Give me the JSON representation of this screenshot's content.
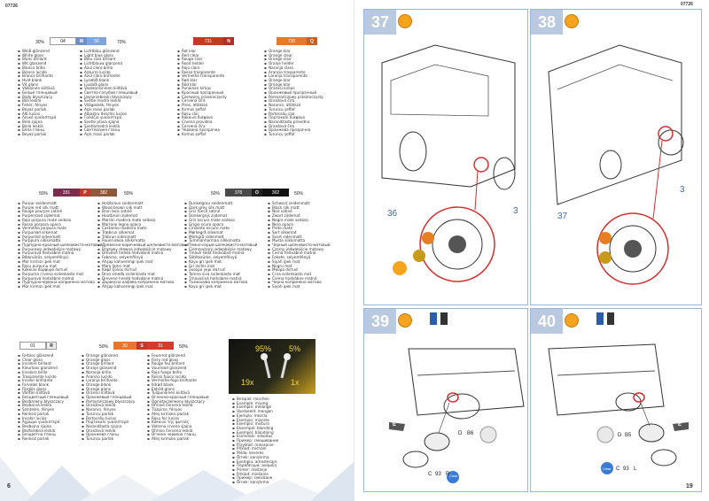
{
  "left_page": {
    "art_number": "07726",
    "page_number": "6",
    "palette1": {
      "pct_left": "30%",
      "pct_right": "70%",
      "code_a": "04",
      "code_b": "50",
      "letter": "M",
      "names_a": [
        "Weiß glänzend",
        "White gloss",
        "Blanc brillant",
        "Wit glanzend",
        "Blanco brillo",
        "Bianco lucido",
        "Branco brilhante",
        "Hvid blank",
        "Vit glans",
        "Valkoinen kiiltävä",
        "Белый глянцевый",
        "Biały błyszczący",
        "Bílá lesklá",
        "Fehér, fényes",
        "Beyaz parlak",
        "Alb lucios",
        "Λευκό γυαλιστερό",
        "Bela sjajna",
        "Biela lesklá",
        "Бяла гланц",
        "Beyaz parlak"
      ],
      "names_b": [
        "Lichtblau glänzend",
        "Light blue gloss",
        "Bleu clair brillant",
        "Lichtblauw glanzend",
        "Azul claro brillo",
        "Azzurro lucido",
        "Azul claro brilhante",
        "Lyseblå blank",
        "Ljusblå glans",
        "Vaaleansininen kiiltävä",
        "Светло-голубой глянцевый",
        "Jasnoniebieski błyszczący",
        "Světle modrá lesklá",
        "Világoskék, fényes",
        "Açık mavi parlak",
        "Albastru deschis lucios",
        "Γαλάζιο γυαλιστερό",
        "Svetlo plava sjajna",
        "Svetlomodrá lesklá",
        "Светлосиня гланц",
        "Açık mavi parlak"
      ]
    },
    "palette2": {
      "code": "331",
      "code_b": "382",
      "letter": "P",
      "pct_left": "50%",
      "pct_right": "50%",
      "names_a": [
        "Purpur seidenmatt",
        "Purple red silk matt",
        "Rouge pourpre satiné",
        "Purperrood zijdemat",
        "Rojo púrpura mate sedoso",
        "Rosso porpora opaco",
        "Vermelho púrpura mate",
        "Purpurrød silkemat",
        "Purpurröd sidenmatt",
        "Purppura silkkimatta",
        "Пурпурно-красный шелковисто-матовый",
        "Purpurowy jedwabiście matowy",
        "Purpurová hedvábně matná",
        "Bíborvörös, selyemfényű",
        "Mor kırmızı ipek mat",
        "Roșu purpuriu mat",
        "Κόκκινο πορφυρό σατινέ",
        "Purpurno crvena svilenkasto mat",
        "Purpurová hodvábne matná",
        "Пурпурночервена копринено матова",
        "Mor kırmızı ipek mat"
      ],
      "names_b": [
        "Holzbraun seidenmatt",
        "Wood brown silk matt",
        "Brun bois satiné",
        "Houtbruin zijdemat",
        "Marrón madera mate sedoso",
        "Marrone legno opaco",
        "Castanho madeira mate",
        "Træbrun silkemat",
        "Träbrun sidenmatt",
        "Puunruskea silkkimatta",
        "Древесно-коричневый шелковисто-матовый",
        "Brązowy drewna jedwabiście matowy",
        "Dřevěně hnědá hedvábně matná",
        "Fabarna, selyemfényű",
        "Ahşap kahverengi ipek mat",
        "Maro lemn mat",
        "Καφέ ξύλου σατινέ",
        "Drvo smeđa svilenkasto mat",
        "Drevene hnedá hodvábne matná",
        "Дървесно кафява копринено матова",
        "Ahşap kahverengi ipek mat"
      ]
    },
    "palette3": {
      "code": "01",
      "letter": "R",
      "names": [
        "Farblos glänzend",
        "Clear gloss",
        "Incolore brillant",
        "Kleurloos glanzend",
        "Incoloro brillo",
        "Trasparente lucido",
        "Incolor brilhante",
        "Farveløs blank",
        "Färglös glans",
        "Väritön kiiltävä",
        "Бесцветный глянцевый",
        "Bezbarwny błyszczący",
        "Bezbarvá lesklá",
        "Színtelen, fényes",
        "Renksiz parlak",
        "Incolor lucios",
        "Άχρωμο γυαλιστερό",
        "Bezbojna sjajna",
        "Bezfarebná lesklá",
        "Безцветна гланц",
        "Renksiz parlak"
      ]
    },
    "palette4": {
      "code_a": "30",
      "code_b": "31",
      "letter": "S",
      "pct_left": "50%",
      "pct_right": "50%",
      "names_a": [
        "Orange glänzend",
        "Orange gloss",
        "Orange brillant",
        "Oranje glanzend",
        "Naranja brillo",
        "Arancio lucido",
        "Laranja brilhante",
        "Orange blank",
        "Orange glans",
        "Oranssi kiiltävä",
        "Оранжевый глянцевый",
        "Pomarańczowy błyszczący",
        "Oranžová lesklá",
        "Narancs, fényes",
        "Turuncu parlak",
        "Portocaliu lucios",
        "Πορτοκαλί γυαλιστερό",
        "Narandžasta sjajna",
        "Oranžová lesklá",
        "Оранжева гланц",
        "Turuncu parlak"
      ],
      "names_b": [
        "Feuerrot glänzend",
        "Fiery red gloss",
        "Rouge feu brillant",
        "Vuurrood glanzend",
        "Rojo fuego brillo",
        "Rosso fuoco lucido",
        "Vermelho-fogo brilhante",
        "Ildrød blank",
        "Eldröd glans",
        "Tulipunainen kiiltävä",
        "Огненно-красный глянцевый",
        "Ognistoczerwony błyszczący",
        "Ohnivě červená lesklá",
        "Tűzpiros, fényes",
        "Ateş kırmızısı parlak",
        "Roșu foc lucios",
        "Κόκκινο της φωτιάς",
        "Vatreno crvena sjajna",
        "Ohnivo červená lesklá",
        "Огнено червена гланц",
        "Ateş kırmızısı parlak"
      ]
    },
    "palette5": {
      "code": "731",
      "letter": "N",
      "names": [
        "Rot klar",
        "Red clear",
        "Rouge clair",
        "Rood helder",
        "Rojo claro",
        "Rosso trasparente",
        "Vermelho transparente",
        "Rød klar",
        "Röd klar",
        "Punainen kirkas",
        "Красный прозрачный",
        "Czerwony przezroczysty",
        "Červená čirá",
        "Piros, átlátszó",
        "Kırmızı şeffaf",
        "Roșu clar",
        "Κόκκινο διάφανο",
        "Crvena providna",
        "Červená číra",
        "Червена прозрачна",
        "Kırmızı şeffaf"
      ]
    },
    "palette6": {
      "code": "730",
      "letter": "Q",
      "names": [
        "Orange klar",
        "Orange clear",
        "Orange clair",
        "Oranje helder",
        "Naranja claro",
        "Arancio trasparente",
        "Laranja transparente",
        "Orange klar",
        "Orange klar",
        "Oranssi kirkas",
        "Оранжевый прозрачный",
        "Pomarańczowy przezroczysty",
        "Oranžová čirá",
        "Narancs, átlátszó",
        "Turuncu şeffaf",
        "Portocaliu clar",
        "Πορτοκαλί διάφανο",
        "Narandžasta providna",
        "Oranžová číra",
        "Оранжева прозрачна",
        "Turuncu şeffaf"
      ]
    },
    "palette7": {
      "code_a": "378",
      "code_b": "302",
      "letter": "O",
      "pct_left": "50%",
      "pct_right": "50%",
      "names_a": [
        "Dunkelgrau seidenmatt",
        "Dark grey silk matt",
        "Gris foncé satiné",
        "Donkergrijs zijdemat",
        "Gris oscuro mate sedoso",
        "Grigio scuro opaco",
        "Cinzento escuro mate",
        "Mørkegrå silkemat",
        "Mörkgrå sidenmatt",
        "Tummanharmaa silkkimatta",
        "Темно-серый шелковисто-матовый",
        "Ciemnoszary jedwabiście matowy",
        "Tmavě šedá hedvábně matná",
        "Sötétszürke, selyemfényű",
        "Koyu gri ipek mat",
        "Gri închis mat",
        "Σκούρο γκρι σατινέ",
        "Tamno siva svilenkasto mat",
        "Tmavosivá hodvábne matná",
        "Тъмносива копринено матова",
        "Koyu gri ipek mat"
      ],
      "names_b": [
        "Schwarz seidenmatt",
        "Black silk matt",
        "Noir satiné",
        "Zwart zijdemat",
        "Negro mate sedoso",
        "Nero opaco",
        "Preto mate",
        "Sort silkemat",
        "Svart sidenmatt",
        "Musta silkkimatta",
        "Черный шелковисто-матовый",
        "Czarny jedwabiście matowy",
        "Černá hedvábně matná",
        "Fekete, selyemfényű",
        "Siyah ipek mat",
        "Negru mat",
        "Μαύρο σατινέ",
        "Crna svilenkasto mat",
        "Čierna hodvábne matná",
        "Черна копринено матова",
        "Siyah ipek mat"
      ]
    },
    "mix_example": {
      "pct_a": "95%",
      "pct_b": "5%",
      "ratio_a": "19x",
      "ratio_b": "1x",
      "lines": [
        "Beispiel: mischen",
        "Example: mixing",
        "Exemple: mélange",
        "Voorbeeld: mengen",
        "Ejemplo: mezcla",
        "Esempio: miscela",
        "Exemplo: mistura",
        "Eksempel: blanding",
        "Exempel: blandning",
        "Esimerkki: sekoitus",
        "Пример: смешивание",
        "Przykład: mieszanie",
        "Příklad: míchání",
        "Példa: keverés",
        "Örnek: karıştırma",
        "Exemplu: amestecare",
        "Παράδειγμα: ανάμιξη",
        "Primer: mešanje",
        "Príklad: miešanie",
        "Пример: смесване",
        "Örnek: karıştırma"
      ]
    }
  },
  "right_page": {
    "art_number": "07726",
    "page_number": "19",
    "steps": [
      {
        "number": "37",
        "labels": [
          "36",
          "3"
        ]
      },
      {
        "number": "38",
        "labels": [
          "37",
          "3"
        ]
      },
      {
        "number": "39",
        "labels": [
          "E",
          "D",
          "B6",
          "C",
          "93",
          "R",
          "Clear"
        ]
      },
      {
        "number": "40",
        "labels": [
          "E",
          "D",
          "B5",
          "C",
          "93",
          "L",
          "Clear"
        ]
      }
    ]
  },
  "colors": {
    "blue_panel": "#b8c9e0",
    "orange": "#f6a41d",
    "red_731": "#c0392b",
    "orange_730": "#e8762c",
    "purple_331": "#7b2c4e",
    "brown_382": "#8a5a3a",
    "grey_378": "#4a4a4a",
    "black_302": "#111111",
    "blue_50": "#7ea6d8"
  }
}
